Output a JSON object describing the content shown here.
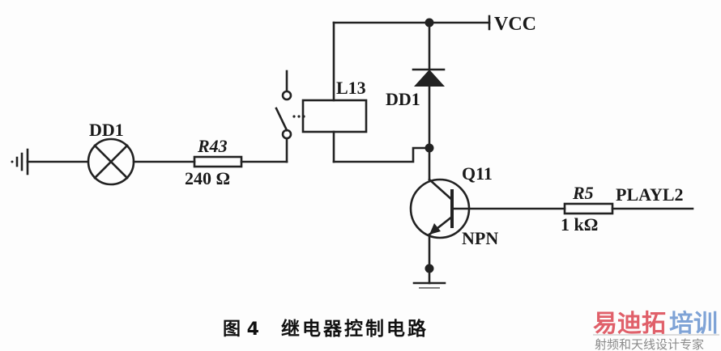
{
  "diagram": {
    "components": {
      "ground_left": {
        "type": "ground"
      },
      "lamp": {
        "label": "DD1",
        "type": "lamp"
      },
      "resistor_r43": {
        "label": "R43",
        "value": "240 Ω"
      },
      "relay_switch": {
        "type": "relay-contact"
      },
      "relay_coil": {
        "label": "L13"
      },
      "diode": {
        "label": "DD1"
      },
      "supply": {
        "label": "VCC"
      },
      "transistor": {
        "label": "Q11",
        "type_label": "NPN"
      },
      "resistor_r5": {
        "label": "R5",
        "value": "1 kΩ"
      },
      "input_signal": {
        "label": "PLAYL2"
      },
      "ground_bottom": {
        "type": "ground"
      }
    },
    "caption": {
      "figure_number": "图 4",
      "title": "继电器控制电路"
    },
    "watermark": {
      "brand_red": "易迪拓",
      "brand_blue": "培训",
      "tagline": "射频和天线设计专家",
      "colors": {
        "red": "#e0606a",
        "blue": "#7fa3d6"
      }
    }
  }
}
